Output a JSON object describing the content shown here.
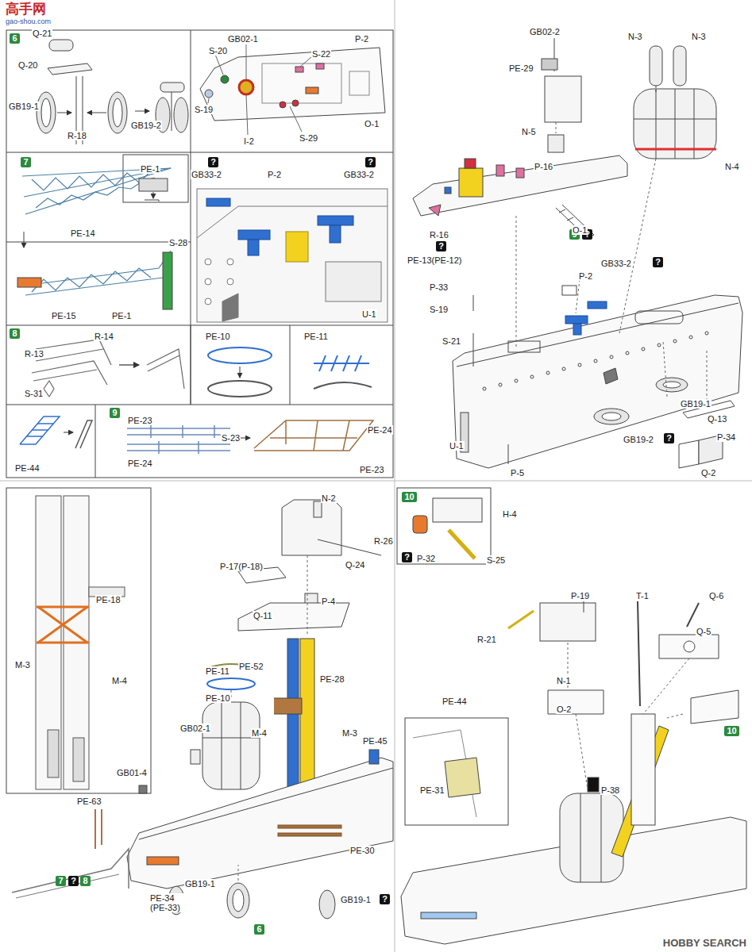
{
  "diagram": {
    "nodes": [
      {
        "text": [
          "6"
        ]
      },
      {
        "text": [
          "7"
        ]
      },
      {
        "text": [
          "?"
        ]
      },
      {
        "text": [
          "?"
        ]
      },
      {
        "text": [
          "8"
        ]
      },
      {
        "text": [
          "9"
        ]
      },
      {
        "text": [
          "9"
        ]
      },
      {
        "text": [
          "?"
        ]
      },
      {
        "text": [
          "?"
        ]
      },
      {
        "text": [
          "?"
        ]
      },
      {
        "text": [
          "?"
        ]
      },
      {
        "text": [
          "10"
        ]
      },
      {
        "text": [
          "?"
        ]
      },
      {
        "text": [
          "10"
        ]
      },
      {
        "text": [
          "7"
        ]
      },
      {
        "text": [
          "?"
        ]
      },
      {
        "text": [
          "8"
        ]
      },
      {
        "text": [
          "?"
        ]
      },
      {
        "text": [
          "6"
        ]
      }
    ],
    "labels": [
      "高手网",
      "gao-shou.com",
      "Q-21",
      "Q-20",
      "GB19-1",
      "R-18",
      "GB19-2",
      "GB02-1",
      "P-2",
      "S-20",
      "S-22",
      "S-19",
      "I-2",
      "S-29",
      "O-1",
      "PE-14",
      "PE-1",
      "S-28",
      "PE-15",
      "PE-1",
      "GB33-2",
      "P-2",
      "GB33-2",
      "U-1",
      "R-14",
      "R-13",
      "S-31",
      "PE-10",
      "PE-11",
      "PE-44",
      "PE-23",
      "PE-24",
      "S-23",
      "PE-24",
      "PE-23",
      "GB02-2",
      "N-3",
      "N-3",
      "PE-29",
      "N-5",
      "P-16",
      "N-4",
      "O-1",
      "R-16",
      "PE-13(PE-12)",
      "P-33",
      "S-19",
      "GB33-2",
      "P-2",
      "S-21",
      "GB19-1",
      "Q-13",
      "P-34",
      "Q-2",
      "U-1",
      "GB19-2",
      "P-5",
      "PE-18",
      "M-3",
      "M-4",
      "N-2",
      "R-26",
      "P-17(P-18)",
      "Q-24",
      "P-4",
      "Q-11",
      "PE-52",
      "PE-28",
      "PE-11",
      "PE-10",
      "M-4",
      "M-3",
      "GB02-1",
      "PE-45",
      "GB01-4",
      "PE-63",
      "PE-30",
      "PE-34 (PE-33)",
      "GB19-1",
      "GB19-1",
      "H-4",
      "P-32",
      "S-25",
      "P-19",
      "T-1",
      "Q-6",
      "R-21",
      "Q-5",
      "N-1",
      "O-2",
      "PE-44",
      "PE-31",
      "P-38",
      "HOBBY SEARCH"
    ]
  }
}
